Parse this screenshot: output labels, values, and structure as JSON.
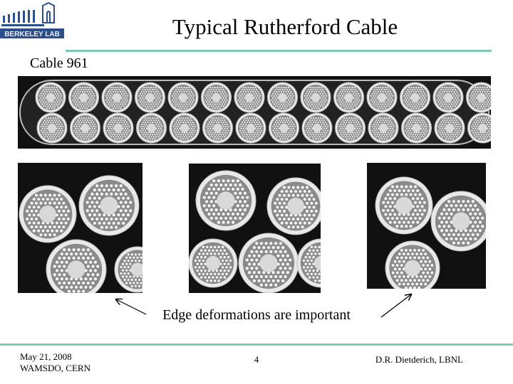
{
  "logo": {
    "text": "BERKELEY LAB",
    "colors": {
      "blue": "#2b4e8c",
      "light": "#e8edf7"
    }
  },
  "title": "Typical Rutherford Cable",
  "subtitle": "Cable 961",
  "caption": "Edge deformations are important",
  "footer": {
    "date": "May 21, 2008",
    "event": "WAMSDO, CERN",
    "page": "4",
    "author": "D.R. Dietderich, LBNL"
  },
  "colors": {
    "rule": "#7ccab0",
    "text": "#000000"
  }
}
